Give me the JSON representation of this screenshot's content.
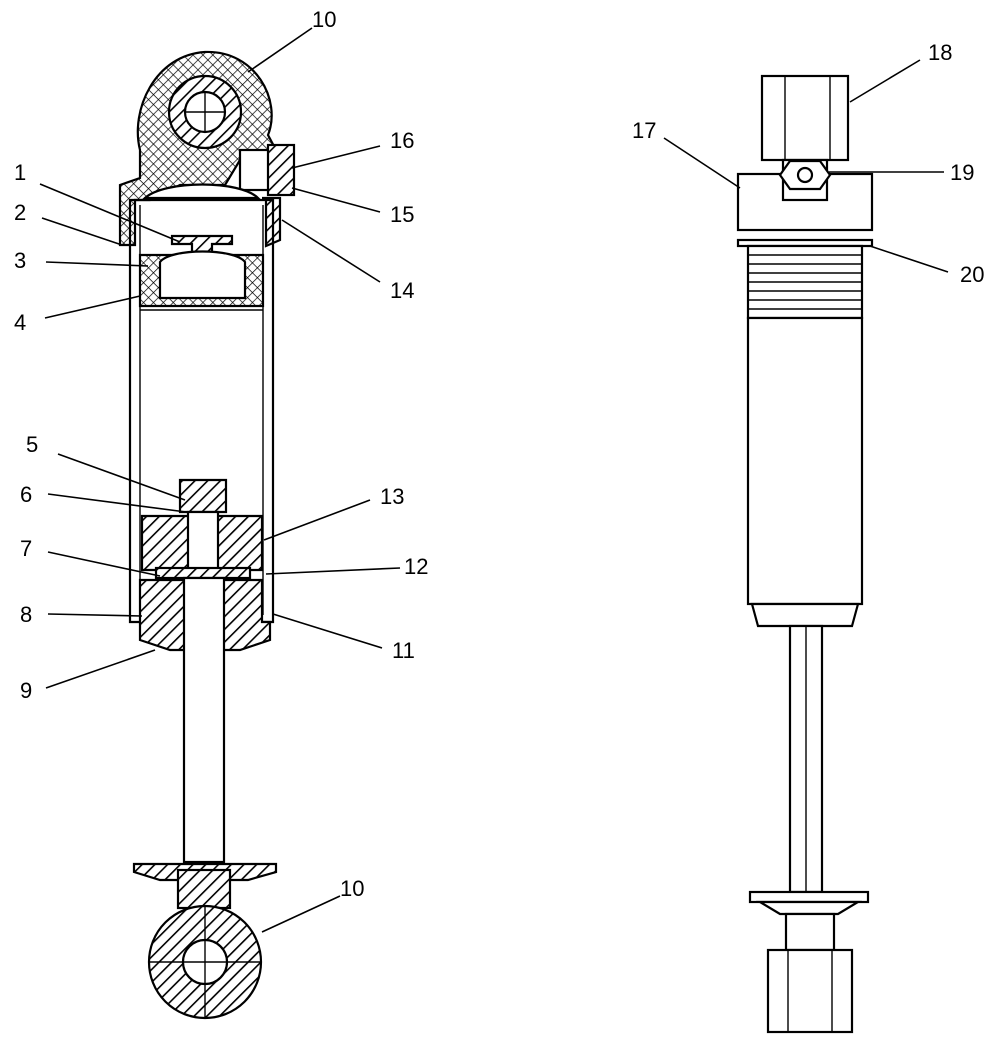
{
  "callouts": [
    {
      "id": "c10a",
      "label": "10"
    },
    {
      "id": "c16",
      "label": "16"
    },
    {
      "id": "c1",
      "label": "1"
    },
    {
      "id": "c2",
      "label": "2"
    },
    {
      "id": "c15",
      "label": "15"
    },
    {
      "id": "c3",
      "label": "3"
    },
    {
      "id": "c14",
      "label": "14"
    },
    {
      "id": "c4",
      "label": "4"
    },
    {
      "id": "c5",
      "label": "5"
    },
    {
      "id": "c6",
      "label": "6"
    },
    {
      "id": "c13",
      "label": "13"
    },
    {
      "id": "c7",
      "label": "7"
    },
    {
      "id": "c12",
      "label": "12"
    },
    {
      "id": "c8",
      "label": "8"
    },
    {
      "id": "c11",
      "label": "11"
    },
    {
      "id": "c9",
      "label": "9"
    },
    {
      "id": "c10b",
      "label": "10"
    },
    {
      "id": "c18",
      "label": "18"
    },
    {
      "id": "c17",
      "label": "17"
    },
    {
      "id": "c19",
      "label": "19"
    },
    {
      "id": "c20",
      "label": "20"
    }
  ],
  "colors": {
    "line": "#000000",
    "background": "#ffffff"
  }
}
